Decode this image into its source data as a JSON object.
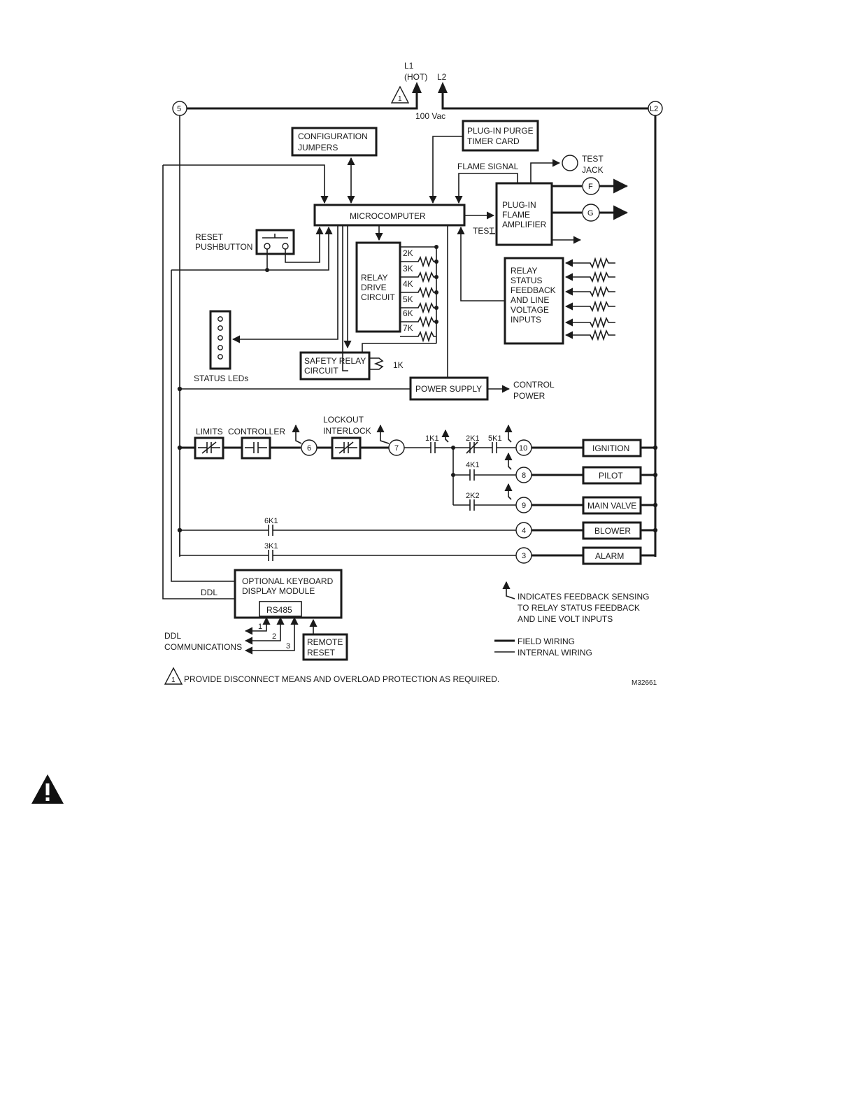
{
  "supply": {
    "l1": "L1",
    "l1_hot": "(HOT)",
    "l2": "L2",
    "voltage": "100 Vac",
    "terminal_5": "5",
    "terminal_l2": "L2",
    "note_marker": "1"
  },
  "blocks": {
    "config_jumpers": [
      "CONFIGURATION",
      "JUMPERS"
    ],
    "purge_card": [
      "PLUG-IN PURGE",
      "TIMER CARD"
    ],
    "flame_signal": "FLAME SIGNAL",
    "test_jack": [
      "TEST",
      "JACK"
    ],
    "terminal_f": "F",
    "terminal_g": "G",
    "flame_amplifier": [
      "PLUG-IN",
      "FLAME",
      "AMPLIFIER"
    ],
    "test": "TEST",
    "microcomputer": "MICROCOMPUTER",
    "reset_pushbutton": [
      "RESET",
      "PUSHBUTTON"
    ],
    "relay_drive": [
      "RELAY",
      "DRIVE",
      "CIRCUIT"
    ],
    "relay_coils": [
      "2K",
      "3K",
      "4K",
      "5K",
      "6K",
      "7K"
    ],
    "relay_status": [
      "RELAY",
      "STATUS",
      "FEEDBACK",
      "AND LINE",
      "VOLTAGE",
      "INPUTS"
    ],
    "status_leds": "STATUS LEDs",
    "safety_relay": [
      "SAFETY RELAY",
      "CIRCUIT"
    ],
    "safety_coil": "1K",
    "power_supply": "POWER SUPPLY",
    "control_power": [
      "CONTROL",
      "POWER"
    ]
  },
  "ladder": {
    "limits": "LIMITS",
    "controller": "CONTROLLER",
    "lockout": [
      "LOCKOUT",
      "INTERLOCK"
    ],
    "terminal_6": "6",
    "terminal_7": "7",
    "contact_1k1": "1K1",
    "contact_2k1": "2K1",
    "contact_5k1": "5K1",
    "contact_4k1": "4K1",
    "contact_2k2": "2K2",
    "contact_6k1": "6K1",
    "contact_3k1": "3K1",
    "terminal_10": "10",
    "terminal_8": "8",
    "terminal_9": "9",
    "terminal_4": "4",
    "terminal_3": "3",
    "ignition": "IGNITION",
    "pilot": "PILOT",
    "main_valve": "MAIN VALVE",
    "blower": "BLOWER",
    "alarm": "ALARM"
  },
  "comms": {
    "ddl": "DDL",
    "keyboard_module": [
      "OPTIONAL KEYBOARD",
      "DISPLAY MODULE"
    ],
    "rs485": "RS485",
    "wire_1": "1",
    "wire_2": "2",
    "wire_3": "3",
    "ddl_communications": [
      "DDL",
      "COMMUNICATIONS"
    ],
    "remote_reset": [
      "REMOTE",
      "RESET"
    ]
  },
  "legend": {
    "feedback": [
      "INDICATES FEEDBACK SENSING",
      "TO RELAY STATUS FEEDBACK",
      "AND LINE VOLT INPUTS"
    ],
    "field_wiring": "FIELD WIRING",
    "internal_wiring": "INTERNAL WIRING"
  },
  "footnote": {
    "marker": "1",
    "text": "PROVIDE DISCONNECT MEANS AND OVERLOAD PROTECTION AS REQUIRED."
  },
  "figure_id": "M32661",
  "icons": {
    "warning": "warning-triangle-icon"
  }
}
